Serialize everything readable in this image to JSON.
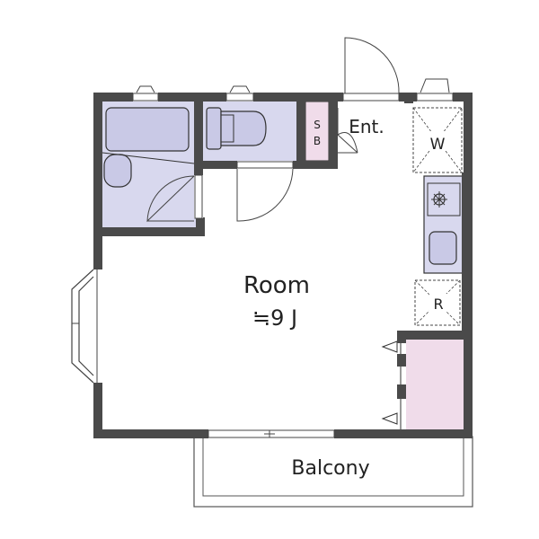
{
  "labels": {
    "room": "Room",
    "room_size": "≒9 J",
    "entrance": "Ent.",
    "balcony": "Balcony",
    "washer": "W",
    "fridge": "R",
    "shoe_box_top": "S",
    "shoe_box_bottom": "B"
  },
  "colors": {
    "wall": "#4a4a4a",
    "wet_area": "#d8d8ee",
    "closet": "#f0dcea",
    "shoe_box": "#f0dcea",
    "kitchen": "#d8d8ee"
  }
}
